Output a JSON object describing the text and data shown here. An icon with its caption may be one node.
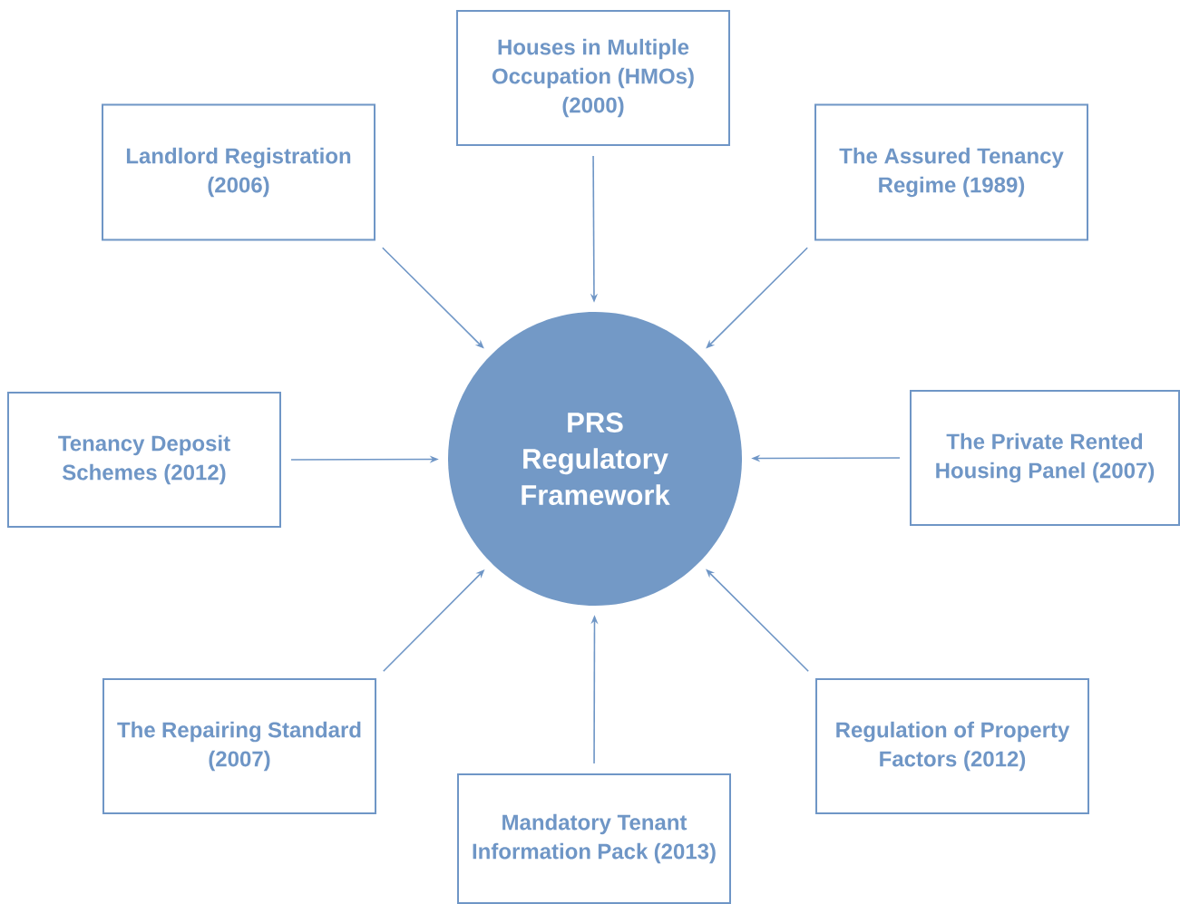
{
  "diagram": {
    "nodes": [
      {
        "text": [
          "Houses in Multiple Occupation (HMOs) (2000)"
        ]
      },
      {
        "text": [
          "Landlord Registration (2006)"
        ]
      },
      {
        "text": [
          "The Assured Tenancy Regime (1989)"
        ]
      },
      {
        "text": [
          "Tenancy Deposit Schemes (2012)"
        ]
      },
      {
        "text": [
          "PRS Regulatory Framework"
        ]
      },
      {
        "text": [
          "The Private Rented Housing Panel (2007)"
        ]
      },
      {
        "text": [
          "The Repairing Standard (2007)"
        ]
      },
      {
        "text": [
          "Regulation of Property Factors (2012)"
        ]
      },
      {
        "text": [
          "Mandatory Tenant Information Pack (2013)"
        ]
      }
    ],
    "edges": [
      {
        "from": 0,
        "to": 4,
        "arrow": "to"
      },
      {
        "from": 1,
        "to": 4,
        "arrow": "to"
      },
      {
        "from": 2,
        "to": 4,
        "arrow": "to"
      },
      {
        "from": 3,
        "to": 4,
        "arrow": "to"
      },
      {
        "from": 5,
        "to": 4,
        "arrow": "to"
      },
      {
        "from": 6,
        "to": 4,
        "arrow": "to"
      },
      {
        "from": 7,
        "to": 4,
        "arrow": "to"
      },
      {
        "from": 8,
        "to": 4,
        "arrow": "to"
      }
    ]
  }
}
